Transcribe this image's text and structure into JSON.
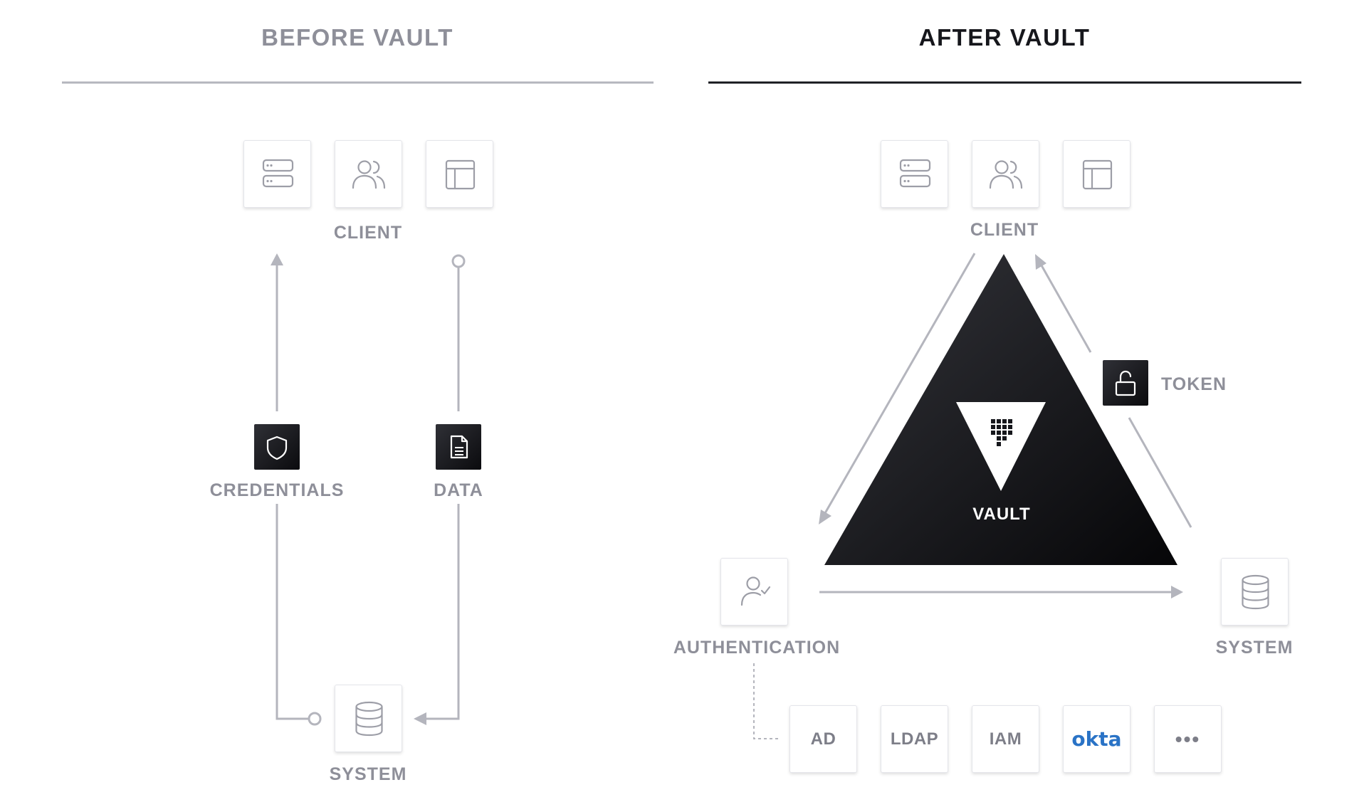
{
  "before": {
    "title": "BEFORE VAULT",
    "client_label": "CLIENT",
    "credentials_label": "CREDENTIALS",
    "data_label": "DATA",
    "system_label": "SYSTEM"
  },
  "after": {
    "title": "AFTER VAULT",
    "client_label": "CLIENT",
    "vault_label": "VAULT",
    "token_label": "TOKEN",
    "authentication_label": "AUTHENTICATION",
    "system_label": "SYSTEM",
    "auth_methods": [
      "AD",
      "LDAP",
      "IAM",
      "okta",
      "•••"
    ]
  },
  "colors": {
    "muted_text": "#8e8f99",
    "dark_text": "#16171c",
    "line": "#b4b5bd",
    "vault_black": "#0b0b0e",
    "okta_blue": "#2a73c6"
  },
  "icons": [
    "server-icon",
    "users-icon",
    "layout-icon",
    "database-icon",
    "shield-icon",
    "document-icon",
    "unlock-icon",
    "user-check-icon",
    "vault-logo-icon"
  ]
}
